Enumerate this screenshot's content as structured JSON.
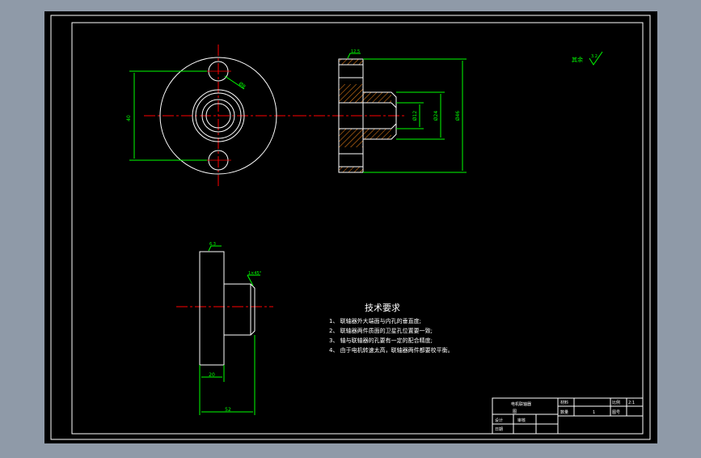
{
  "drawing": {
    "surface_roughness_note": "其余",
    "roughness_symbols": [
      "12.5",
      "6.3",
      "3.2"
    ],
    "dimensions": {
      "hole_spacing": "40",
      "bolt_hole_dia": "Ø8",
      "bore_inner": "Ø12",
      "bore_outer": "Ø24",
      "flange_dia": "Ø46",
      "chamfer": "1×45°",
      "flange_thickness": "20",
      "overall_length": "52"
    }
  },
  "tech_requirements": {
    "title": "技术要求",
    "items": [
      "1、 联轴器外大端面与内孔的垂直度;",
      "2、 联轴器两件质面的卫星孔位置要一致;",
      "3、 轴与联轴器的孔要有一定的配合精度;",
      "4、 由于电机转速太高，联轴器两件都要校平衡。"
    ]
  },
  "title_block": {
    "part_name": "电机联轴器",
    "label_drawing": "图",
    "label_design": "设计",
    "label_check": "审核",
    "label_date": "日期",
    "label_material": "材料",
    "label_quantity": "数量",
    "quantity": "1",
    "label_scale": "比例",
    "scale": "2:1",
    "label_drawing_no": "图号"
  },
  "colors": {
    "desktop": "#8f9aa8",
    "paper": "#000000",
    "line": "#ffffff",
    "dimension": "#00ff00",
    "centerline": "#ff0000"
  }
}
